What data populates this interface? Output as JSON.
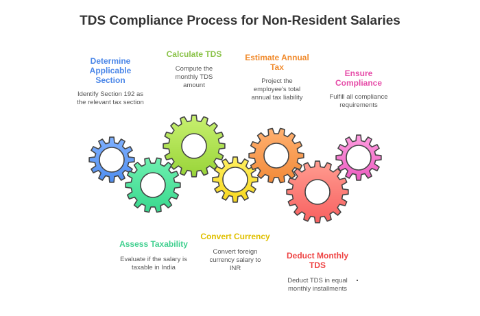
{
  "title": "TDS Compliance Process for Non-Resident Salaries",
  "steps": [
    {
      "title": "Determine Applicable Section",
      "desc": "Identify Section 192 as the relevant tax section",
      "color": "#4a86e8"
    },
    {
      "title": "Assess Taxability",
      "desc": "Evaluate if the salary is taxable in India",
      "color": "#3ecf8e"
    },
    {
      "title": "Calculate TDS",
      "desc": "Compute the monthly TDS amount",
      "color": "#8bc34a"
    },
    {
      "title": "Convert Currency",
      "desc": "Convert foreign currency salary to INR",
      "color": "#e0c000"
    },
    {
      "title": "Estimate Annual Tax",
      "desc": "Project the employee's total annual tax liability",
      "color": "#f08a2c"
    },
    {
      "title": "Deduct Monthly TDS",
      "desc": "Deduct TDS in equal monthly installments",
      "color": "#ee4444"
    },
    {
      "title": "Ensure Compliance",
      "desc": "Fulfill all compliance requirements",
      "color": "#e64ca8"
    }
  ],
  "gear_colors": [
    [
      "#7fb0ff",
      "#4f8ef0"
    ],
    [
      "#6ff0b0",
      "#38d88e"
    ],
    [
      "#c8f070",
      "#98d438"
    ],
    [
      "#fff060",
      "#f8d820"
    ],
    [
      "#ffb070",
      "#f28a38"
    ],
    [
      "#ff9c90",
      "#f86060"
    ],
    [
      "#ff9ce0",
      "#ec5cc0"
    ]
  ]
}
